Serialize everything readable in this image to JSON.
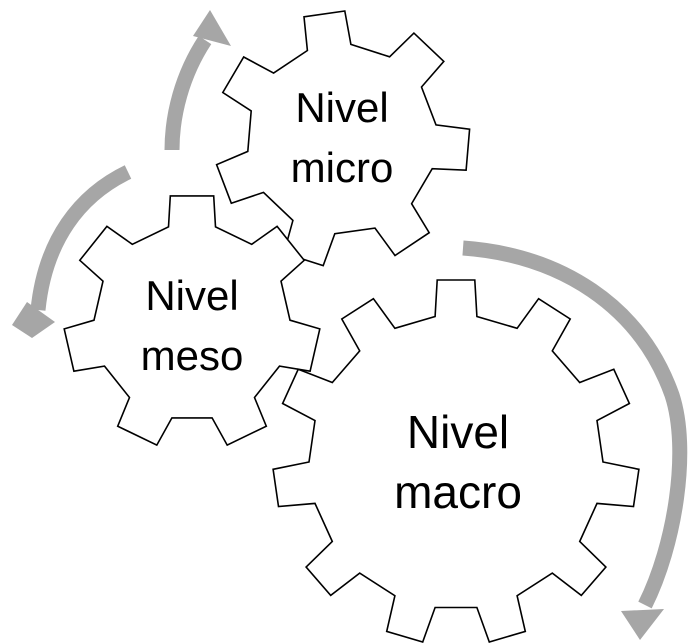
{
  "colors": {
    "arrow": "#a6a6a6",
    "gear_stroke": "#000000",
    "gear_fill": "#ffffff",
    "text": "#000000"
  },
  "gears": {
    "micro": {
      "line1": "Nivel",
      "line2": "micro",
      "teeth": 7
    },
    "meso": {
      "line1": "Nivel",
      "line2": "meso",
      "teeth": 7
    },
    "macro": {
      "line1": "Nivel",
      "line2": "macro",
      "teeth": 11
    }
  }
}
